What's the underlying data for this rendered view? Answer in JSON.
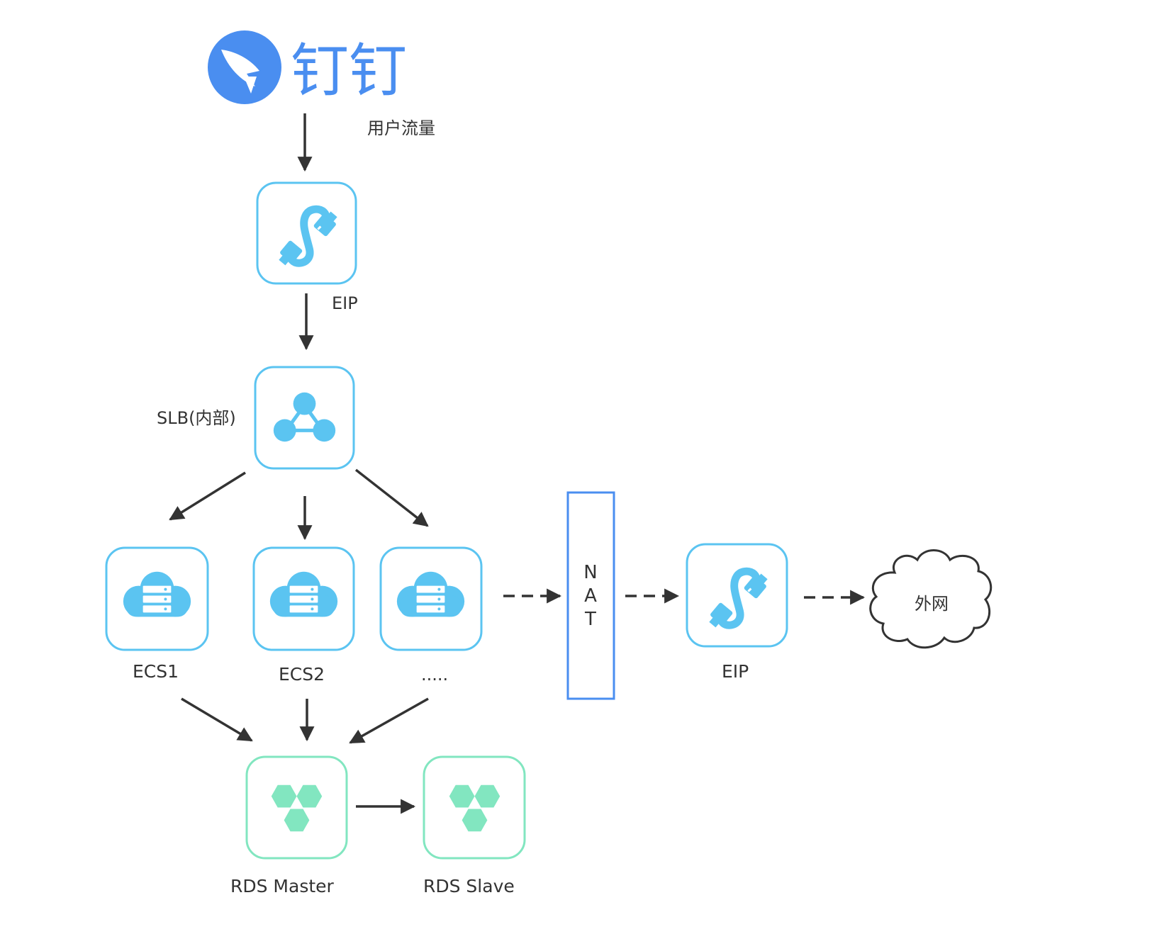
{
  "colors": {
    "accent_blue": "#5bc4f1",
    "accent_green": "#82e6c0",
    "brand_blue": "#4a8ef0",
    "nat_border": "#4a8ef0",
    "arrow": "#333333",
    "text": "#333333"
  },
  "brand": {
    "icon": "dingtalk-logo-icon",
    "name": "钉钉"
  },
  "labels": {
    "user_traffic": "用户流量",
    "eip_top": "EIP",
    "slb": "SLB(内部)",
    "ecs1": "ECS1",
    "ecs2": "ECS2",
    "ecs_more": ".....",
    "nat_letters": [
      "N",
      "A",
      "T"
    ],
    "eip_right": "EIP",
    "internet": "外网",
    "rds_master": "RDS Master",
    "rds_slave": "RDS Slave"
  },
  "icons": {
    "eip": "eip-cable-icon",
    "slb": "load-balancer-icon",
    "ecs": "ecs-cloud-server-icon",
    "rds": "rds-database-icon",
    "internet": "cloud-icon"
  },
  "edges": [
    {
      "from": "brand",
      "to": "eip_top",
      "style": "solid",
      "label": "用户流量"
    },
    {
      "from": "eip_top",
      "to": "slb",
      "style": "solid"
    },
    {
      "from": "slb",
      "to": "ecs1",
      "style": "solid"
    },
    {
      "from": "slb",
      "to": "ecs2",
      "style": "solid"
    },
    {
      "from": "slb",
      "to": "ecs_more",
      "style": "solid"
    },
    {
      "from": "ecs_more",
      "to": "nat",
      "style": "dashed"
    },
    {
      "from": "nat",
      "to": "eip_right",
      "style": "dashed"
    },
    {
      "from": "eip_right",
      "to": "internet",
      "style": "dashed"
    },
    {
      "from": "ecs1",
      "to": "rds_master",
      "style": "solid"
    },
    {
      "from": "ecs2",
      "to": "rds_master",
      "style": "solid"
    },
    {
      "from": "ecs_more",
      "to": "rds_master",
      "style": "solid"
    },
    {
      "from": "rds_master",
      "to": "rds_slave",
      "style": "solid"
    }
  ]
}
